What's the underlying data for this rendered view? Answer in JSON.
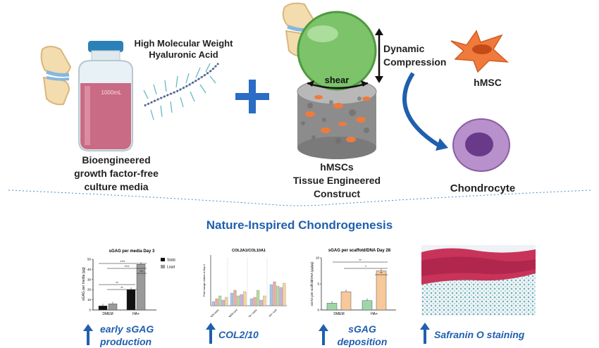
{
  "top": {
    "hyaluronic_label": "High Molecular Weight Hyaluronic Acid",
    "bottle_volume": "1000mL",
    "media_label": [
      "Bioengineered",
      "growth factor-free",
      "culture media"
    ],
    "dynamic_label": [
      "Dynamic",
      "Compression"
    ],
    "shear_label": "shear",
    "construct_label": [
      "hMSCs",
      "Tissue Engineered",
      "Construct"
    ],
    "hmsc_label": "hMSC",
    "chondrocyte_label": "Chondrocyte"
  },
  "section_title": "Nature-Inspired Chondrogenesis",
  "results": [
    {
      "label": "early sGAG production",
      "lines": [
        "early sGAG",
        "production"
      ]
    },
    {
      "label": "COL2/10",
      "lines": [
        "COL2/10"
      ]
    },
    {
      "label": "sGAG deposition",
      "lines": [
        "sGAG",
        "deposition"
      ]
    },
    {
      "label": "Safranin O staining",
      "lines": [
        "Safranin O staining"
      ]
    }
  ],
  "chart_data": [
    {
      "type": "bar",
      "title": "sGAG per media Day 3",
      "ylabel": "sGAG per media (μg)",
      "categories": [
        "DMEM",
        "HA+"
      ],
      "series": [
        {
          "name": "Static",
          "values": [
            4,
            20
          ],
          "color": "#111111"
        },
        {
          "name": "Load",
          "values": [
            6,
            45
          ],
          "color": "#9a9a9a"
        }
      ],
      "ylim": [
        0,
        50
      ],
      "yticks": [
        0,
        10,
        20,
        30,
        40,
        50
      ],
      "significance": [
        "****",
        "****",
        "***",
        "**",
        "**"
      ]
    },
    {
      "type": "bar",
      "title": "COL2A1/COL10A1",
      "ylabel": "Fold change relative to Day 0",
      "categories": [
        "DMEM static",
        "DMEM load",
        "HA+ static",
        "HA+ load"
      ]
    },
    {
      "type": "bar",
      "title": "sGAG per scaffold/DNA Day 28",
      "ylabel": "sGAG per scaffold/DNA (μg/μg)",
      "categories": [
        "DMEM",
        "HA+"
      ],
      "series": [
        {
          "name": "Static",
          "values": [
            1.3,
            1.8
          ],
          "color": "#9fd6a8"
        },
        {
          "name": "Load",
          "values": [
            3.5,
            7.5
          ],
          "color": "#f6c89a"
        }
      ],
      "ylim": [
        0,
        10
      ],
      "yticks": [
        0,
        5,
        10
      ],
      "significance": [
        "**",
        "*",
        "**"
      ]
    }
  ],
  "colors": {
    "blue": "#1f5fae",
    "plus": "#2b6cc4",
    "bottle": "#c96b85",
    "sphere": "#7cc36a",
    "hmsc": "#f07a3c",
    "chondrocyte": "#a070b8"
  }
}
